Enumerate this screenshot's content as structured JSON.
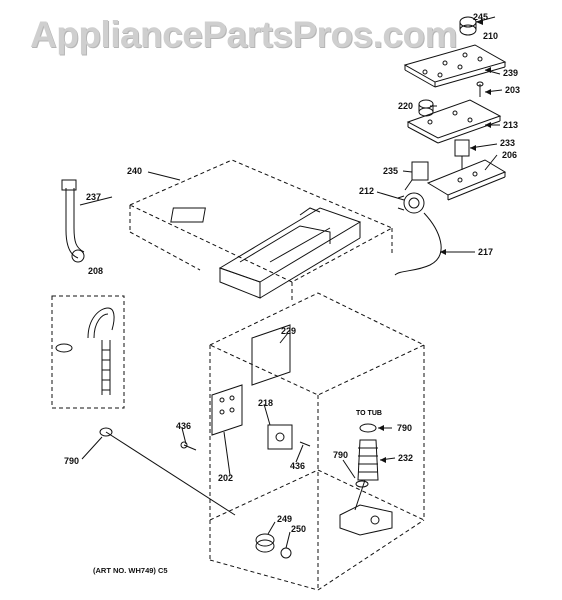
{
  "watermark": "AppliancePartsPros.com",
  "caption": "(ART NO. WH749) C5",
  "to_tub": "TO TUB",
  "part_numbers": {
    "p245": "245",
    "p210": "210",
    "p239": "239",
    "p203": "203",
    "p220": "220",
    "p213": "213",
    "p233": "233",
    "p206": "206",
    "p235": "235",
    "p240": "240",
    "p237": "237",
    "p212": "212",
    "p217": "217",
    "p208": "208",
    "p229": "229",
    "p218": "218",
    "p436a": "436",
    "p436b": "436",
    "p790a": "790",
    "p790b": "790",
    "p790c": "790",
    "p232": "232",
    "p202": "202",
    "p249": "249",
    "p250": "250"
  },
  "colors": {
    "line": "#111111",
    "watermark": "#cfcfcf"
  }
}
